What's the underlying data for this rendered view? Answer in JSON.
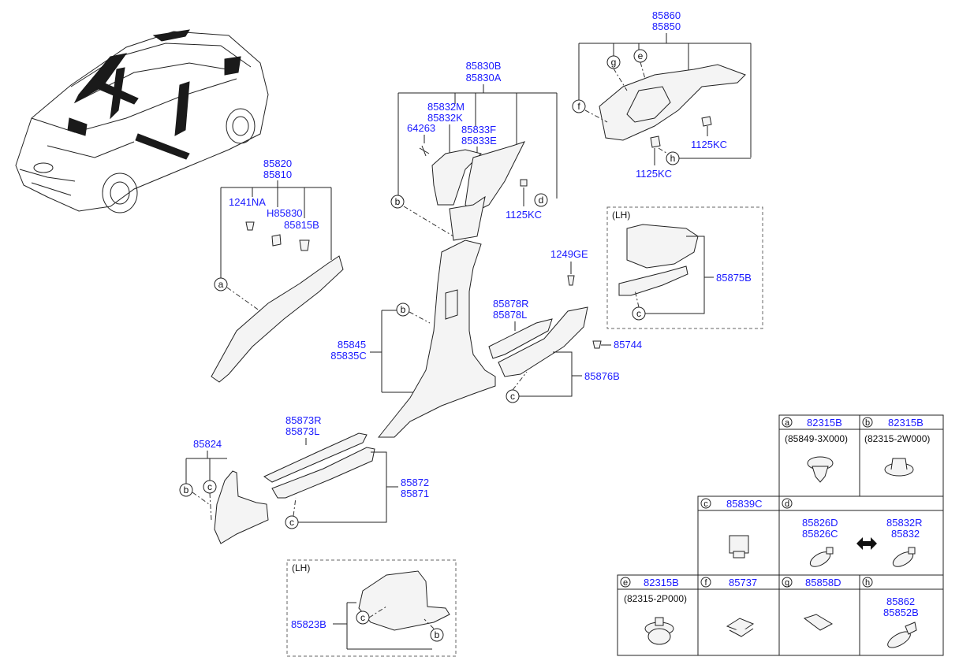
{
  "labels": {
    "p85860": "85860",
    "p85850": "85850",
    "p85830B": "85830B",
    "p85830A": "85830A",
    "p85832M": "85832M",
    "p85832K": "85832K",
    "p64263": "64263",
    "p85833F": "85833F",
    "p85833E": "85833E",
    "p1125KC_a": "1125KC",
    "p1125KC_b": "1125KC",
    "p1125KC_c": "1125KC",
    "p85820": "85820",
    "p85810": "85810",
    "p1241NA": "1241NA",
    "pH85830": "H85830",
    "p85815B": "85815B",
    "p1249GE": "1249GE",
    "p85878R": "85878R",
    "p85878L": "85878L",
    "p85744": "85744",
    "p85876B": "85876B",
    "p85845": "85845",
    "p85835C": "85835C",
    "p85875B": "85875B",
    "lh1": "(LH)",
    "p85873R": "85873R",
    "p85873L": "85873L",
    "p85824": "85824",
    "p85872": "85872",
    "p85871": "85871",
    "lh2": "(LH)",
    "p85823B": "85823B"
  },
  "callouts": {
    "a": "a",
    "b": "b",
    "c": "c",
    "d": "d",
    "e": "e",
    "f": "f",
    "g": "g",
    "h": "h"
  },
  "table": {
    "a_code": "82315B",
    "a_sub": "(85849-3X000)",
    "b_code": "82315B",
    "b_sub": "(82315-2W000)",
    "c_code": "85839C",
    "d_left1": "85826D",
    "d_left2": "85826C",
    "d_right1": "85832R",
    "d_right2": "85832",
    "e_code": "82315B",
    "e_sub": "(82315-2P000)",
    "f_code": "85737",
    "g_code": "85858D",
    "h_code1": "85862",
    "h_code2": "85852B"
  }
}
